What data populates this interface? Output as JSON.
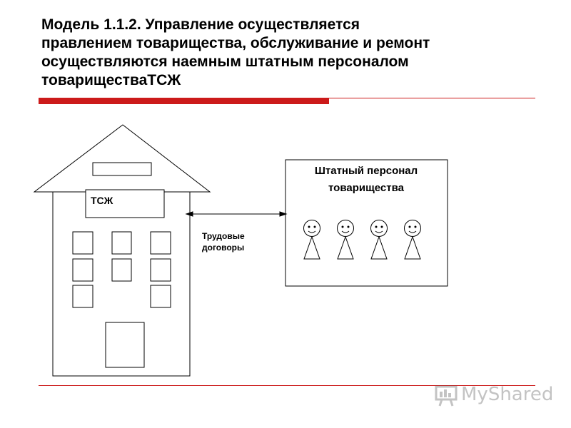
{
  "title": {
    "line1": "Модель 1.1.2. Управление осуществляется",
    "line2": "правлением товарищества, обслуживание и ремонт",
    "line3": "осуществляются наемным штатным персоналом",
    "line4": "товариществаТСЖ"
  },
  "building": {
    "label": "ТСЖ"
  },
  "staff": {
    "title_line1": "Штатный персонал",
    "title_line2": "товарищества",
    "person_count": 4
  },
  "connector": {
    "label_line1": "Трудовые",
    "label_line2": "договоры"
  },
  "watermark": {
    "text": "MyShared"
  },
  "colors": {
    "accent_red": "#cc1a1a",
    "line": "#000000"
  }
}
